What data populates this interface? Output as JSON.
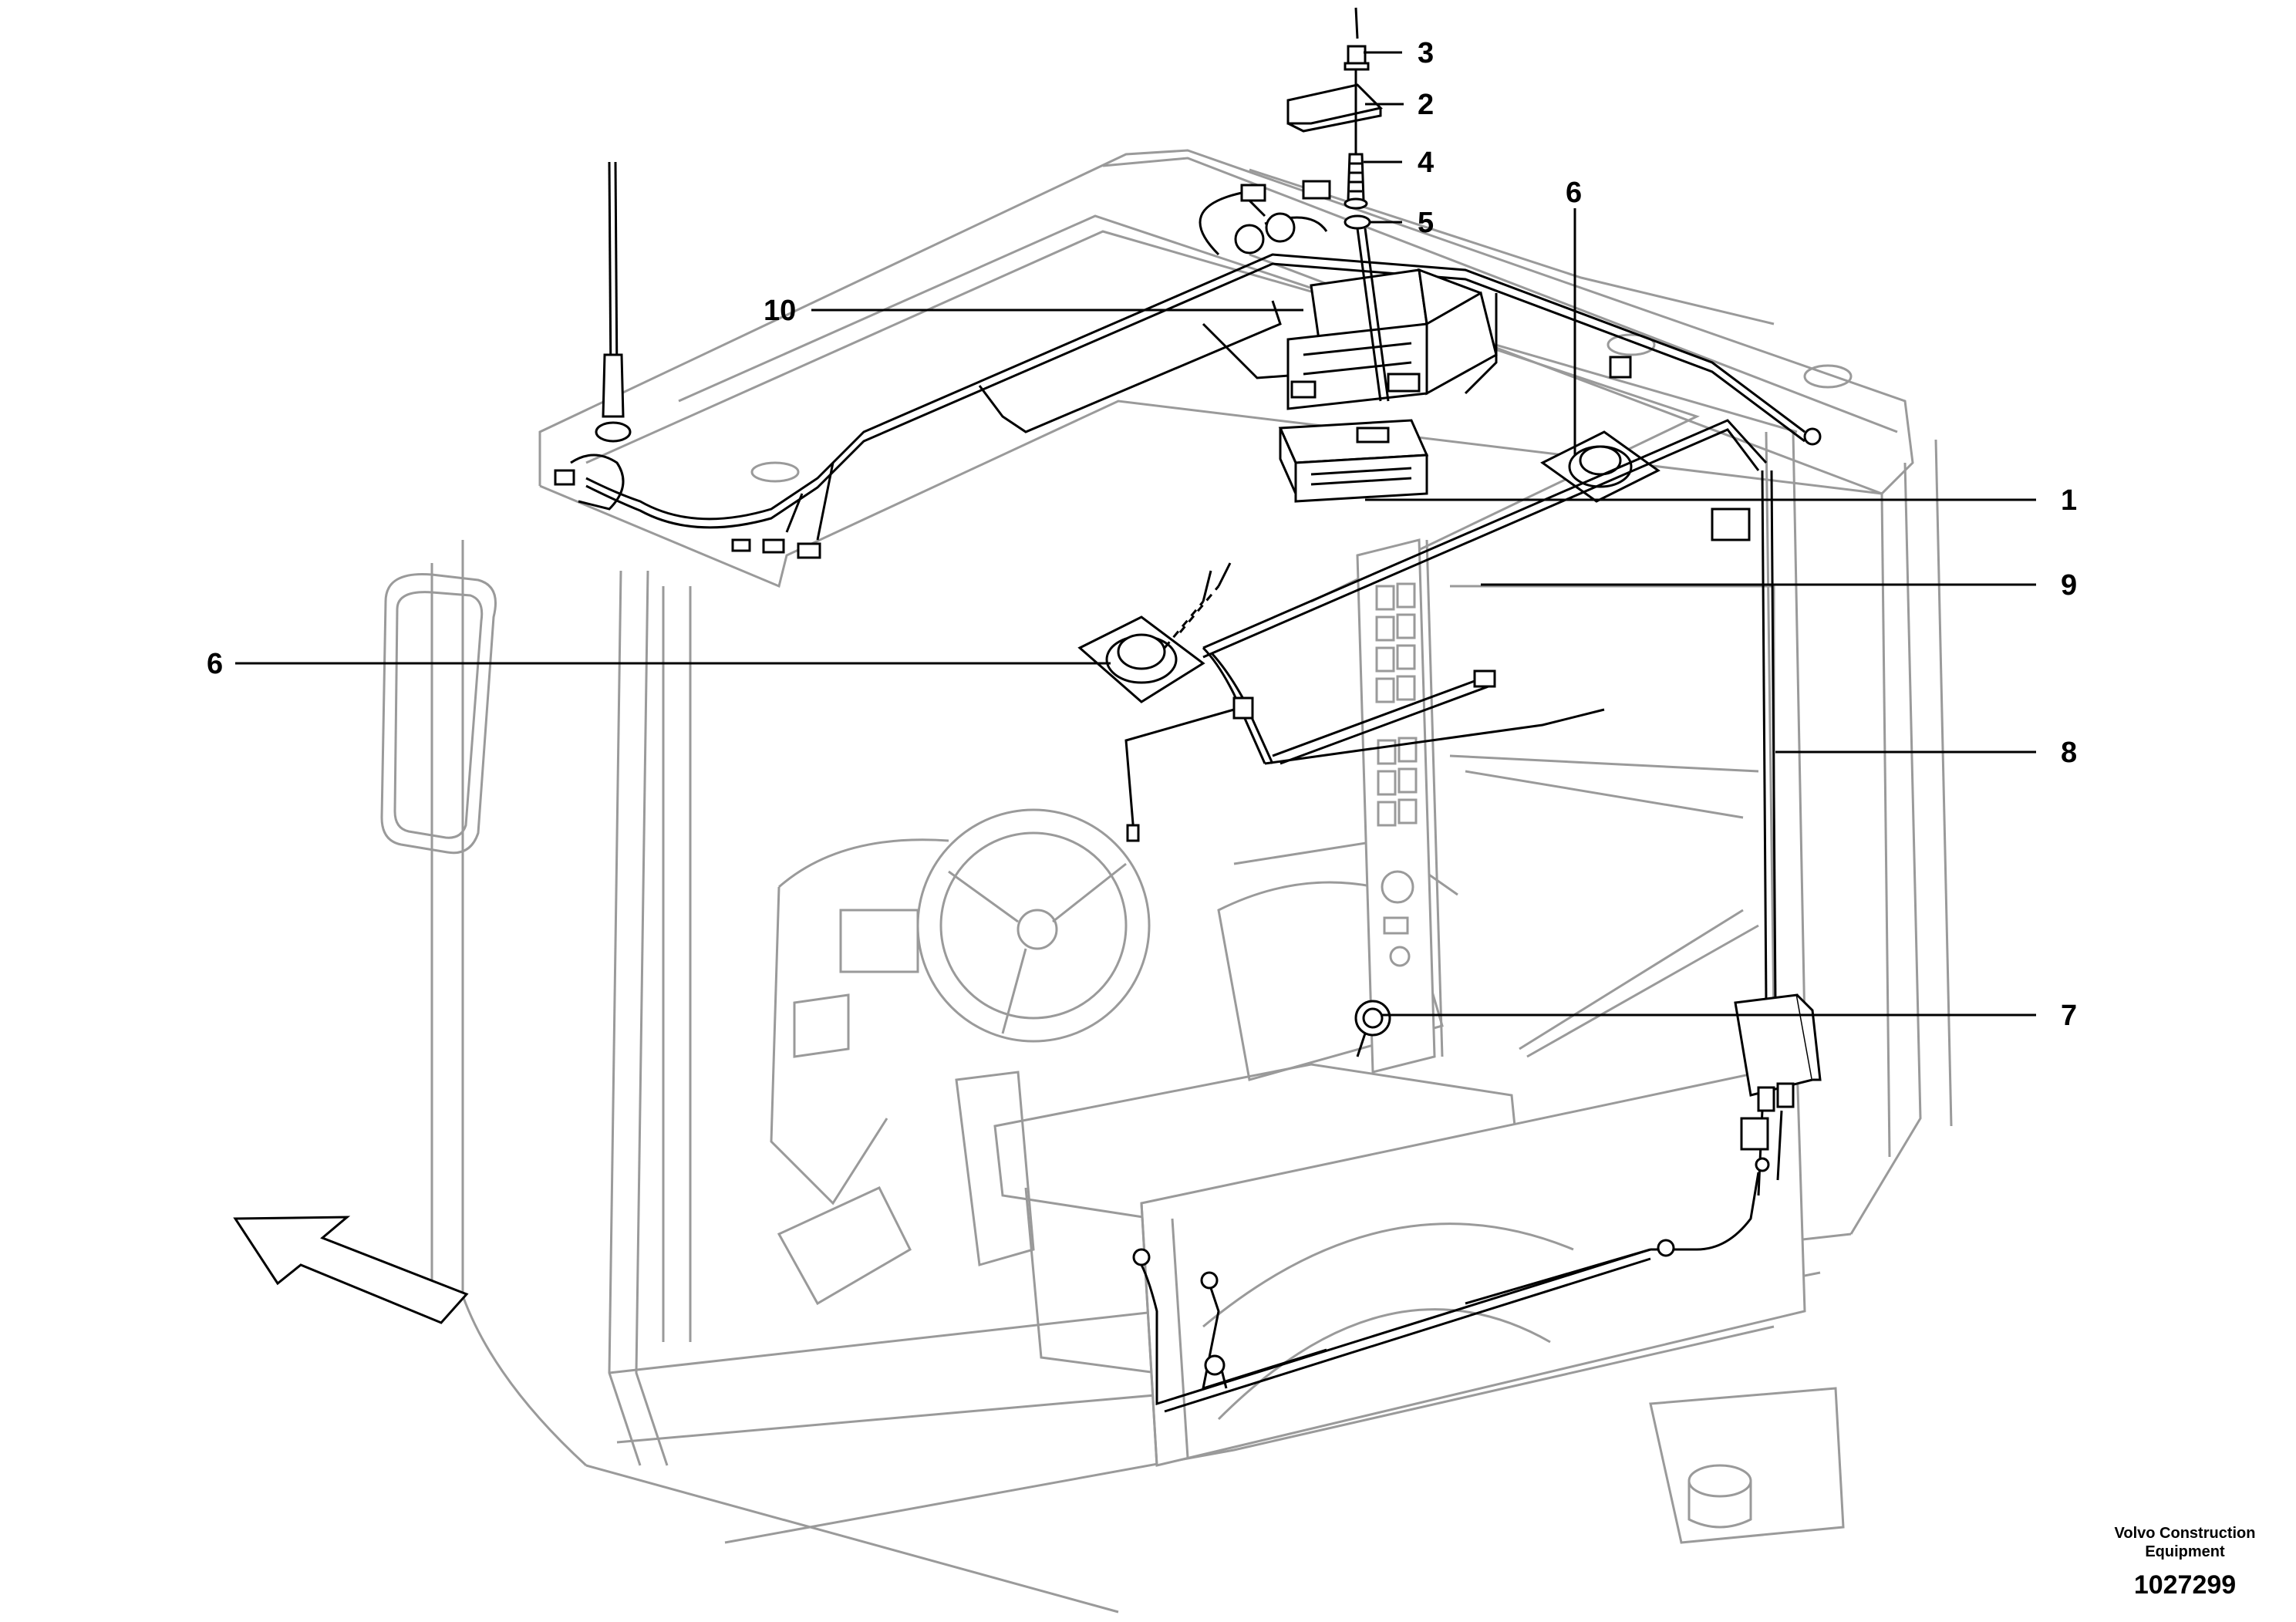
{
  "callouts": [
    {
      "id": "c1",
      "label": "1"
    },
    {
      "id": "c2",
      "label": "2"
    },
    {
      "id": "c3",
      "label": "3"
    },
    {
      "id": "c4",
      "label": "4"
    },
    {
      "id": "c5",
      "label": "5"
    },
    {
      "id": "c6a",
      "label": "6"
    },
    {
      "id": "c6b",
      "label": "6"
    },
    {
      "id": "c7",
      "label": "7"
    },
    {
      "id": "c8",
      "label": "8"
    },
    {
      "id": "c9",
      "label": "9"
    },
    {
      "id": "c10",
      "label": "10"
    }
  ],
  "footer": {
    "company_line1": "Volvo Construction",
    "company_line2": "Equipment",
    "drawing_number": "1027299"
  }
}
